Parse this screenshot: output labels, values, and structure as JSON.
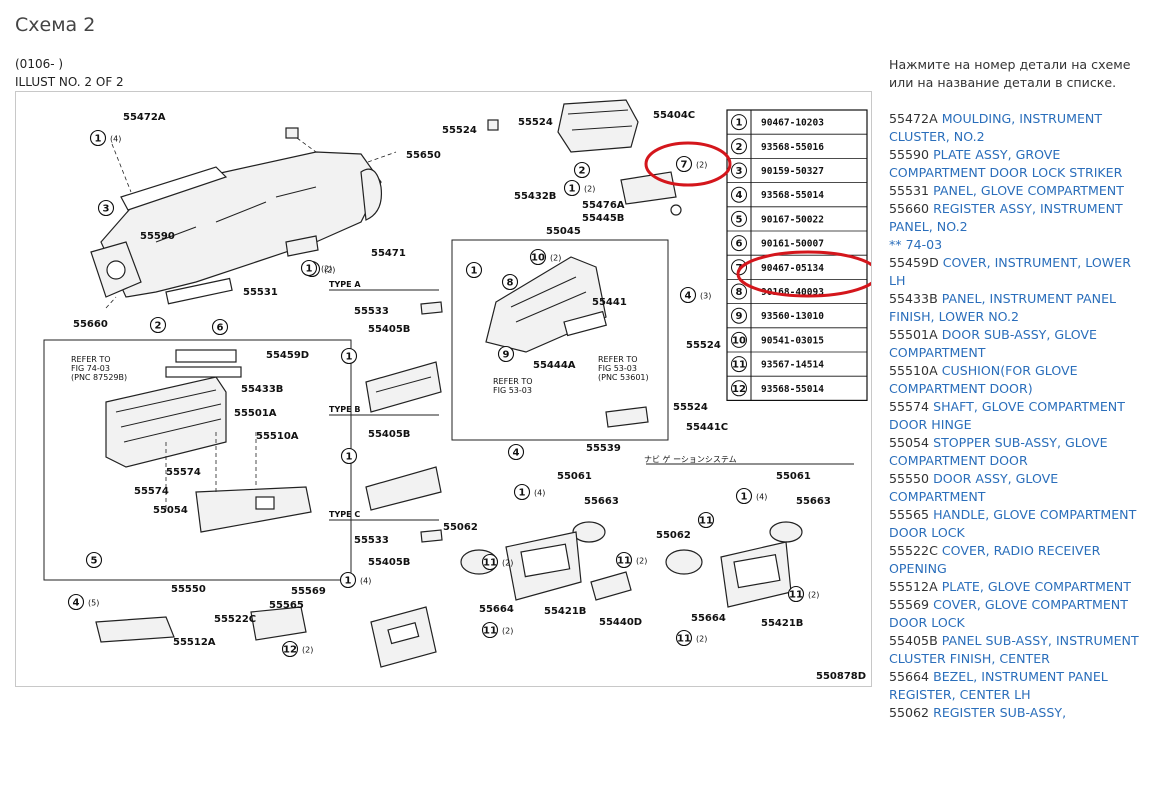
{
  "page": {
    "title": "Схема 2",
    "period": "(0106- )",
    "illust_no": "ILLUST NO. 2 OF 2"
  },
  "diagram": {
    "illust_code": "550878D",
    "type_labels": [
      "TYPE A",
      "TYPE B",
      "TYPE C"
    ],
    "nav_label": "ナビ ゲ ーションシステム",
    "refer_notes": [
      {
        "l1": "REFER TO",
        "l2": "FIG 74-03",
        "l3": "(PNC 87529B)"
      },
      {
        "l1": "REFER TO",
        "l2": "FIG 53-03",
        "l3": "(PNC 53601)"
      },
      {
        "l1": "REFER TO",
        "l2": "FIG 53-03",
        "l3": ""
      }
    ],
    "part_labels": [
      "55472A",
      "55650",
      "55590",
      "55471",
      "55531",
      "55660",
      "55459D",
      "55433B",
      "55501A",
      "55510A",
      "55574",
      "55574",
      "55054",
      "55550",
      "55512A",
      "55522C",
      "55565",
      "55569",
      "55524",
      "55524",
      "55404C",
      "55432B",
      "55476A",
      "55445B",
      "55045",
      "55441",
      "55444A",
      "55539",
      "55533",
      "55405B",
      "55405B",
      "55533",
      "55405B",
      "55062",
      "55061",
      "55663",
      "55664",
      "55421B",
      "55440D",
      "55524",
      "55524",
      "55441C",
      "55062",
      "55061",
      "55663",
      "55664",
      "55421B"
    ],
    "callouts": [
      {
        "num": "1",
        "qty": "(4)"
      },
      {
        "num": "1",
        "qty": "(2)"
      },
      {
        "num": "3",
        "qty": ""
      },
      {
        "num": "1",
        "qty": "(2)"
      },
      {
        "num": "6",
        "qty": ""
      },
      {
        "num": "2",
        "qty": ""
      },
      {
        "num": "5",
        "qty": ""
      },
      {
        "num": "4",
        "qty": "(5)"
      },
      {
        "num": "12",
        "qty": "(2)"
      },
      {
        "num": "7",
        "qty": "(2)"
      },
      {
        "num": "2",
        "qty": ""
      },
      {
        "num": "1",
        "qty": "(2)"
      },
      {
        "num": "10",
        "qty": "(2)"
      },
      {
        "num": "4",
        "qty": "(3)"
      },
      {
        "num": "1",
        "qty": ""
      },
      {
        "num": "8",
        "qty": ""
      },
      {
        "num": "9",
        "qty": ""
      },
      {
        "num": "4",
        "qty": ""
      },
      {
        "num": "1",
        "qty": ""
      },
      {
        "num": "1",
        "qty": ""
      },
      {
        "num": "1",
        "qty": "(4)"
      },
      {
        "num": "1",
        "qty": "(4)"
      },
      {
        "num": "11",
        "qty": "(2)"
      },
      {
        "num": "11",
        "qty": "(2)"
      },
      {
        "num": "11",
        "qty": "(2)"
      },
      {
        "num": "1",
        "qty": "(4)"
      },
      {
        "num": "11",
        "qty": ""
      },
      {
        "num": "11",
        "qty": "(2)"
      },
      {
        "num": "11",
        "qty": "(2)"
      }
    ],
    "parts_table": [
      {
        "num": "1",
        "part": "90467-10203"
      },
      {
        "num": "2",
        "part": "93568-55016"
      },
      {
        "num": "3",
        "part": "90159-50327"
      },
      {
        "num": "4",
        "part": "93568-55014"
      },
      {
        "num": "5",
        "part": "90167-50022"
      },
      {
        "num": "6",
        "part": "90161-50007"
      },
      {
        "num": "7",
        "part": "90467-05134"
      },
      {
        "num": "8",
        "part": "90168-40093"
      },
      {
        "num": "9",
        "part": "93560-13010"
      },
      {
        "num": "10",
        "part": "90541-03015"
      },
      {
        "num": "11",
        "part": "93567-14514"
      },
      {
        "num": "12",
        "part": "93568-55014"
      }
    ],
    "highlight_color": "#d4161c"
  },
  "sidebar": {
    "hint": "Нажмите на номер детали на схеме или на название детали в списке.",
    "link_color": "#2a6ebb",
    "parts": [
      {
        "code": "55472A",
        "name": "MOULDING, INSTRUMENT CLUSTER, NO.2"
      },
      {
        "code": "55590",
        "name": "PLATE ASSY, GROVE COMPARTMENT DOOR LOCK STRIKER"
      },
      {
        "code": "55531",
        "name": "PANEL, GLOVE COMPARTMENT"
      },
      {
        "code": "55660",
        "name": "REGISTER ASSY, INSTRUMENT PANEL, NO.2"
      },
      {
        "code": "",
        "name": "** 74-03"
      },
      {
        "code": "55459D",
        "name": "COVER, INSTRUMENT, LOWER LH"
      },
      {
        "code": "55433B",
        "name": "PANEL, INSTRUMENT PANEL FINISH, LOWER NO.2"
      },
      {
        "code": "55501A",
        "name": "DOOR SUB-ASSY, GLOVE COMPARTMENT"
      },
      {
        "code": "55510A",
        "name": "CUSHION(FOR GLOVE COMPARTMENT DOOR)"
      },
      {
        "code": "55574",
        "name": "SHAFT, GLOVE COMPARTMENT DOOR HINGE"
      },
      {
        "code": "55054",
        "name": "STOPPER SUB-ASSY, GLOVE COMPARTMENT DOOR"
      },
      {
        "code": "55550",
        "name": "DOOR ASSY, GLOVE COMPARTMENT"
      },
      {
        "code": "55565",
        "name": "HANDLE, GLOVE COMPARTMENT DOOR LOCK"
      },
      {
        "code": "55522C",
        "name": "COVER, RADIO RECEIVER OPENING"
      },
      {
        "code": "55512A",
        "name": "PLATE, GLOVE COMPARTMENT"
      },
      {
        "code": "55569",
        "name": "COVER, GLOVE COMPARTMENT DOOR LOCK"
      },
      {
        "code": "55405B",
        "name": "PANEL SUB-ASSY, INSTRUMENT CLUSTER FINISH, CENTER"
      },
      {
        "code": "55664",
        "name": "BEZEL, INSTRUMENT PANEL REGISTER, CENTER LH"
      },
      {
        "code": "55062",
        "name": "REGISTER SUB-ASSY,"
      }
    ]
  }
}
